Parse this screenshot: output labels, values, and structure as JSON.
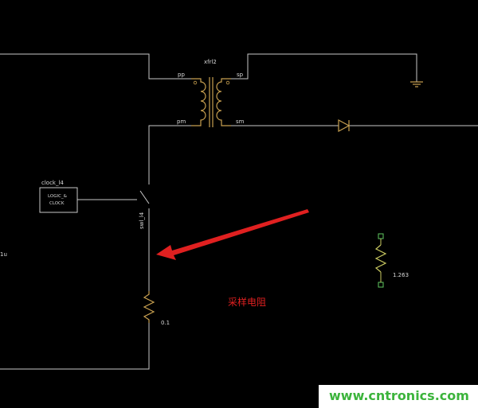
{
  "diagram": {
    "transformer": {
      "ref": "xfrl2",
      "pins": {
        "pp": "pp",
        "pm": "pm",
        "sp": "sp",
        "sm": "sm"
      }
    },
    "clock": {
      "ref": "clock_l4",
      "line1": "LOGIC_&",
      "line2": "CLOCK"
    },
    "switch": {
      "ref": "swl_l4"
    },
    "sense_resistor": {
      "value": "0.1"
    },
    "load_resistor": {
      "value": "1.263"
    },
    "left_label": "1u",
    "annotation": "采样电阻",
    "watermark": "www.cntronics.com"
  },
  "colors": {
    "background": "#000000",
    "wire": "#c8c8c8",
    "component": "#c8a050",
    "arrow": "#e02020",
    "load_resistor": "#c8c860",
    "terminal": "#60c860",
    "watermark": "#3cb43c"
  },
  "icons": {
    "transformer": "transformer-symbol",
    "diode": "diode-symbol",
    "ground": "ground-symbol",
    "switch": "switch-symbol",
    "resistor": "resistor-symbol",
    "arrow": "arrow-icon"
  }
}
